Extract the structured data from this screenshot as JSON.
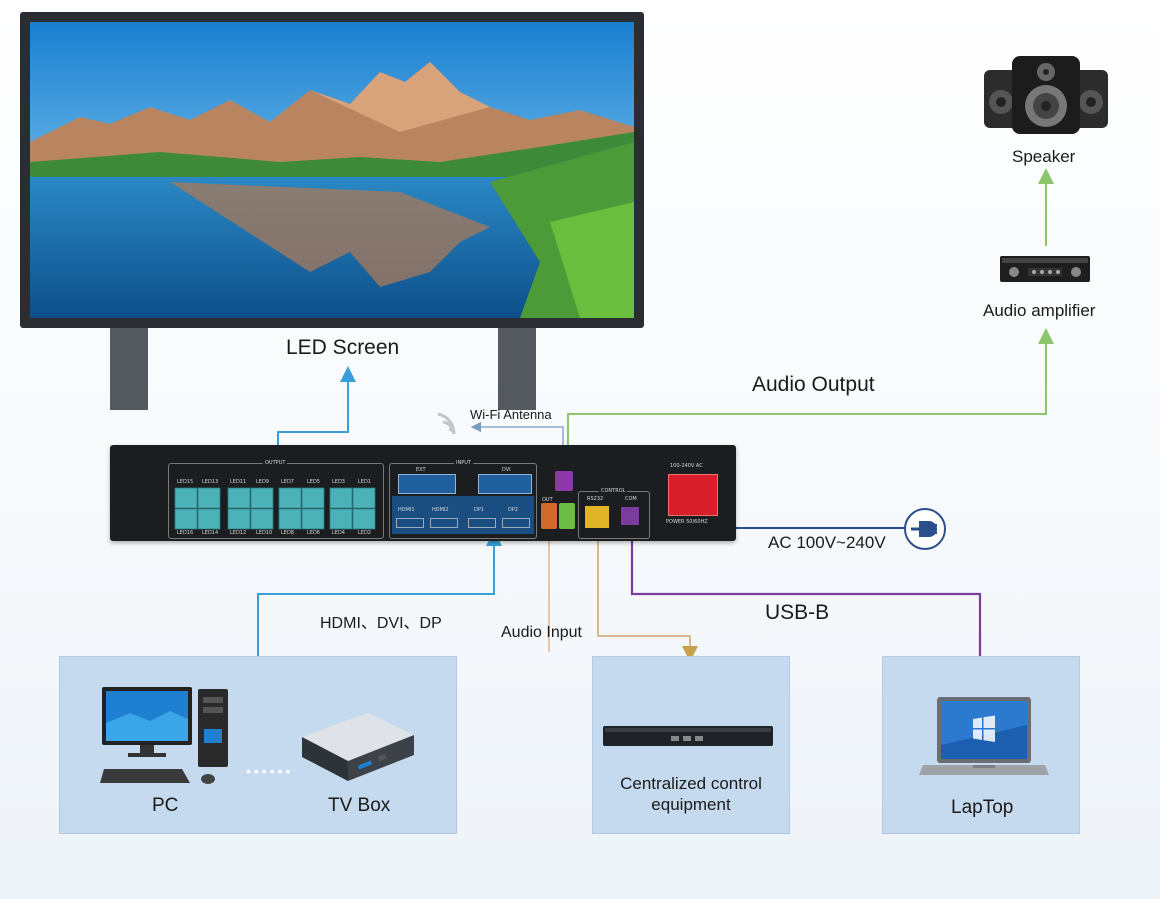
{
  "labels": {
    "led_screen": "LED Screen",
    "wifi_antenna": "Wi-Fi Antenna",
    "audio_output": "Audio Output",
    "speaker": "Speaker",
    "audio_amplifier": "Audio amplifier",
    "ac_power": "AC 100V~240V",
    "hdmi_dvi_dp": "HDMI、DVI、DP",
    "audio_input": "Audio Input",
    "usb_b": "USB-B",
    "pc": "PC",
    "tv_box": "TV Box",
    "centralized_control": "Centralized control equipment",
    "laptop": "LapTop"
  },
  "device_panel": {
    "output_title": "OUTPUT",
    "input_title": "INPUT",
    "ext_label": "EXT",
    "dvi_label": "DVI",
    "control_title": "CONTROL",
    "rs232_label": "RS232",
    "com_label": "COM",
    "out_label": "OUT",
    "power_rating": "100-240V AC",
    "power_switch": "POWER 50/60HZ",
    "led_ports_top": [
      "LED15",
      "LED13",
      "LED11",
      "LED9",
      "LED7",
      "LED5",
      "LED3",
      "LED1"
    ],
    "led_ports_bottom": [
      "LED16",
      "LED14",
      "LED12",
      "LED10",
      "LED8",
      "LED6",
      "LED4",
      "LED2"
    ],
    "hdmi_ports": [
      "HDMI1",
      "HDMI2",
      "DP1",
      "DP2"
    ]
  },
  "colors": {
    "blue_line": "#3a9fd8",
    "green_line": "#8cc56a",
    "purple_line": "#7a3c9e",
    "tan_line": "#d9b98a",
    "dark_blue_line": "#2b4f8c",
    "panel_fill": "#c5daee",
    "port_teal": "#4bb3b8"
  }
}
